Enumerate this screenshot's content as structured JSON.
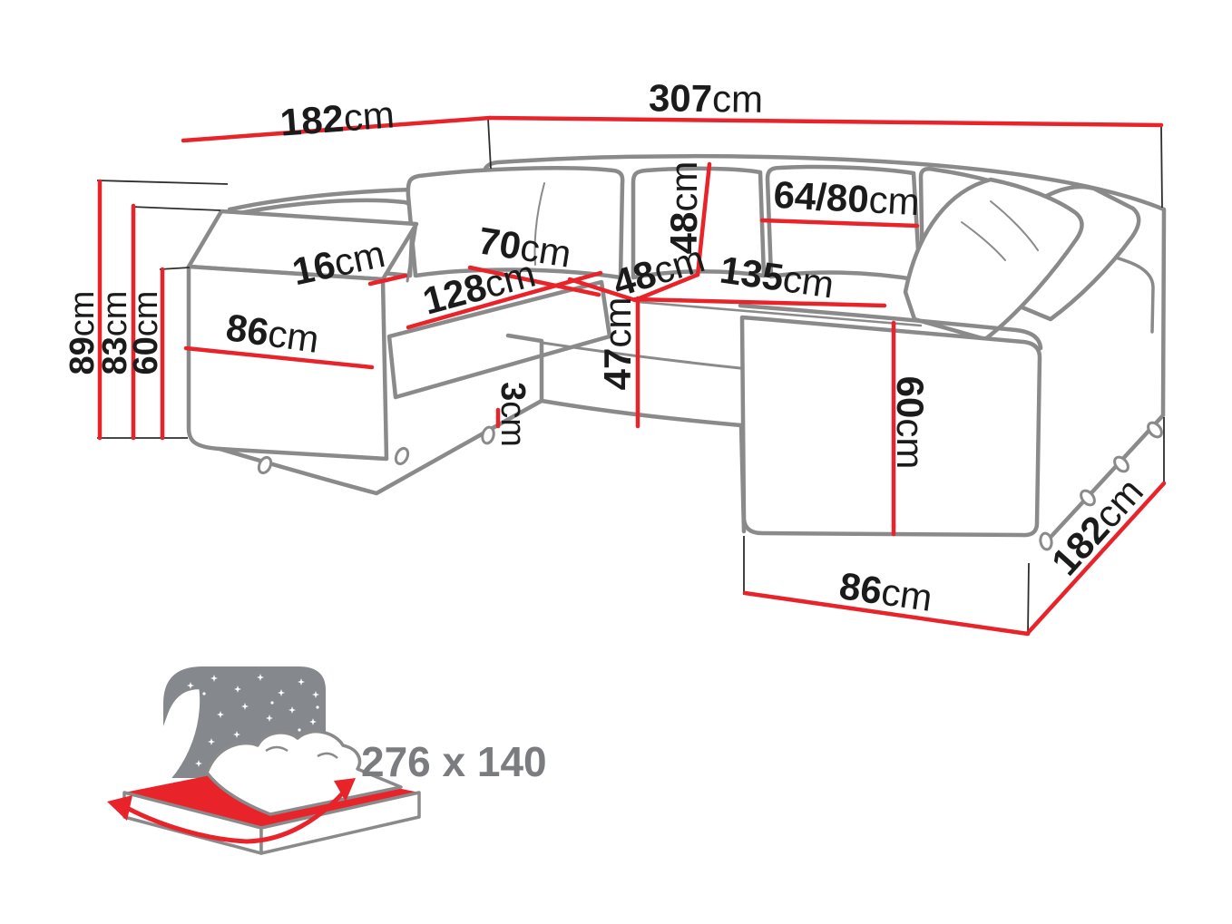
{
  "diagram": {
    "type": "corner-sofa-dimension-drawing",
    "colors": {
      "dimension_line": "#e8232a",
      "label_text": "#1b1b1b",
      "sofa_outline": "#8a8a8a",
      "extension_line": "#2e2e2e",
      "headboard_gray": "#85888c",
      "bed_text_gray": "#7a7c7f"
    },
    "dims": {
      "left_width": "182cm",
      "back_width": "307cm",
      "total_height": "89cm",
      "back_height": "83cm",
      "arm_height_left": "60cm",
      "arm_thickness": "16cm",
      "seat_depth": "70cm",
      "seat_width_left": "128cm",
      "arm_depth_left": "86cm",
      "backrest_height": "48cm",
      "corner_seat": "48cm",
      "headrest_width": "64/80cm",
      "seat_width_right": "135cm",
      "seat_height": "47cm",
      "leg_height": "3cm",
      "arm_height_right": "60cm",
      "right_length": "182cm",
      "arm_depth_right": "86cm"
    },
    "bed": {
      "size": "276 x 140",
      "icon": "sleeping-area-bed-icon"
    }
  }
}
